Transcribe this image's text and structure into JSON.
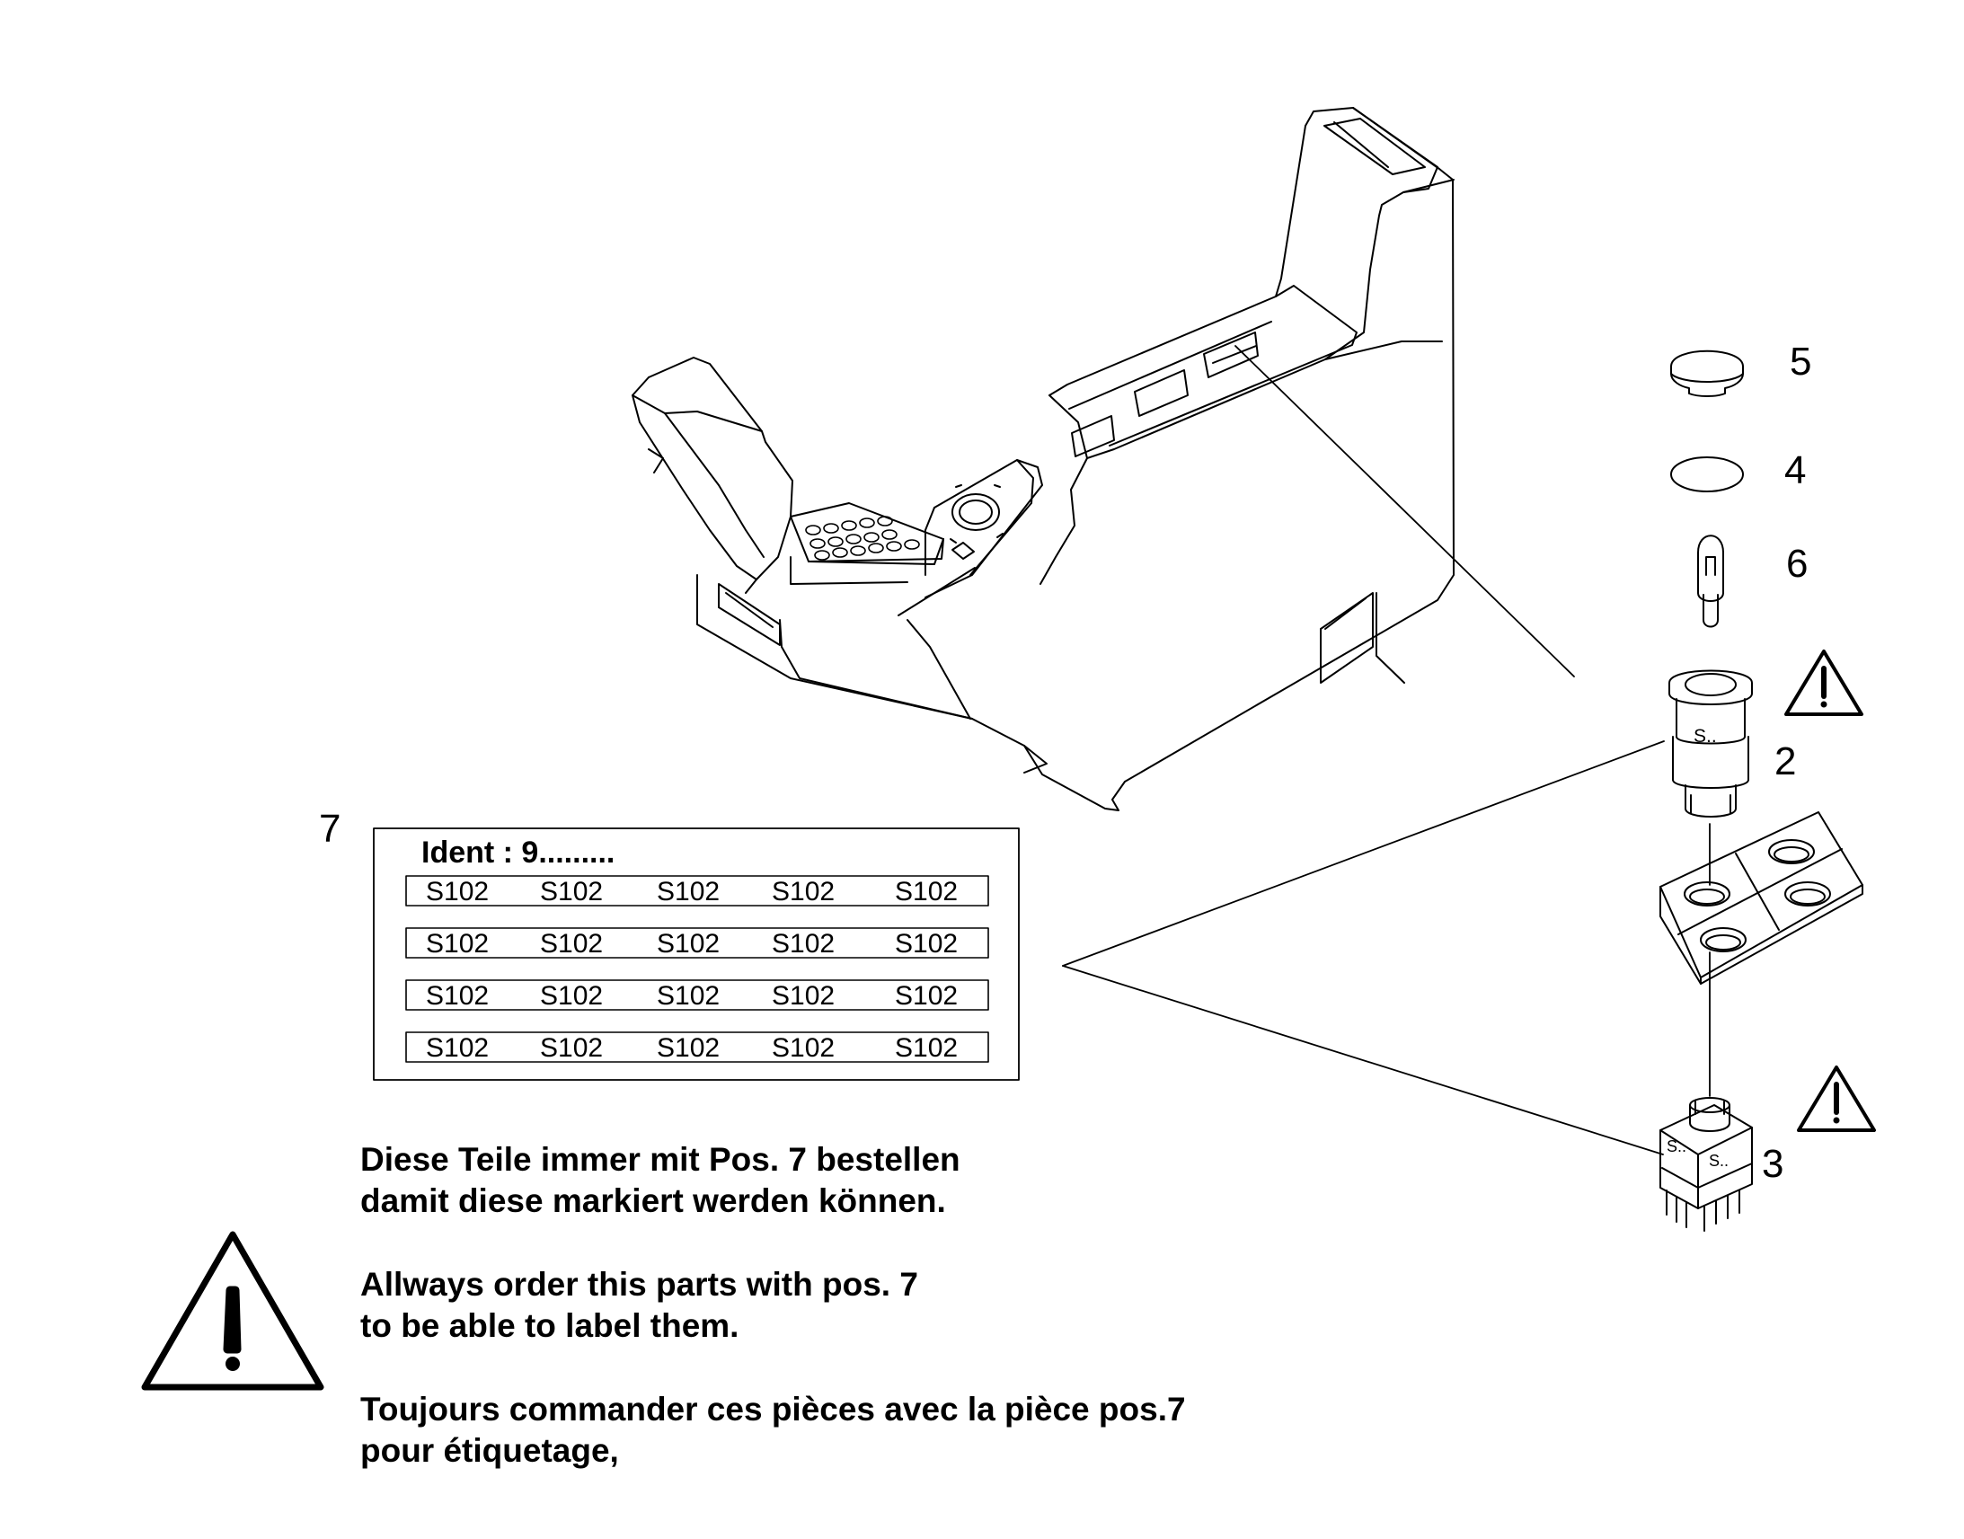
{
  "callouts": {
    "pos2": "2",
    "pos3": "3",
    "pos4": "4",
    "pos5": "5",
    "pos6": "6",
    "pos7": "7"
  },
  "label_sheet": {
    "ident": "Ident : 9.........",
    "rows": [
      [
        "S102",
        "S102",
        "S102",
        "S102",
        "S102"
      ],
      [
        "S102",
        "S102",
        "S102",
        "S102",
        "S102"
      ],
      [
        "S102",
        "S102",
        "S102",
        "S102",
        "S102"
      ],
      [
        "S102",
        "S102",
        "S102",
        "S102",
        "S102"
      ]
    ]
  },
  "switch_marking": "S..",
  "notes": {
    "de": [
      "Diese Teile immer mit Pos. 7 bestellen",
      "damit diese markiert werden können."
    ],
    "en": [
      "Allways order this parts with pos. 7",
      "to be able to label them."
    ],
    "fr": [
      "Toujours commander ces pièces avec la pièce pos.7",
      "pour étiquetage,"
    ]
  }
}
